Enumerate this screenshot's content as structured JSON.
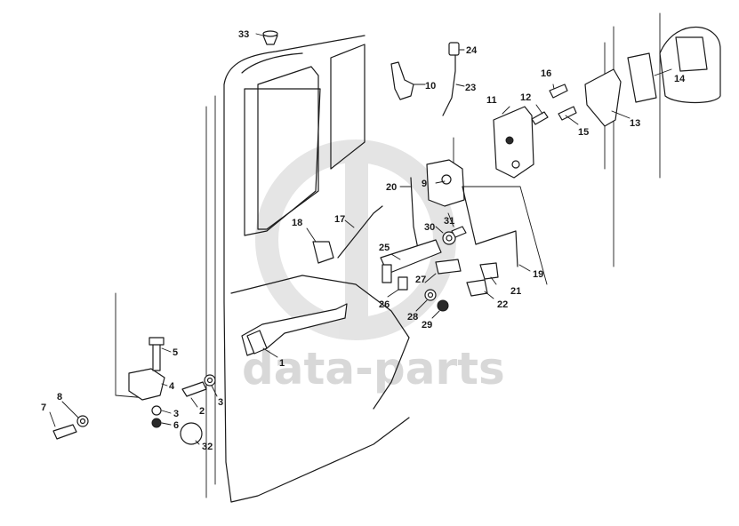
{
  "watermark": {
    "text": "data-parts",
    "color": "#cfcfcf"
  },
  "callouts": {
    "c1": "1",
    "c2": "2",
    "c3a": "3",
    "c3b": "3",
    "c4": "4",
    "c5": "5",
    "c6": "6",
    "c7": "7",
    "c8": "8",
    "c9": "9",
    "c10": "10",
    "c11": "11",
    "c12": "12",
    "c13": "13",
    "c14": "14",
    "c15": "15",
    "c16": "16",
    "c17": "17",
    "c18": "18",
    "c19": "19",
    "c20": "20",
    "c21": "21",
    "c22": "22",
    "c23": "23",
    "c24": "24",
    "c25": "25",
    "c26": "26",
    "c27": "27",
    "c28": "28",
    "c29": "29",
    "c30": "30",
    "c31": "31",
    "c32": "32",
    "c33": "33"
  }
}
